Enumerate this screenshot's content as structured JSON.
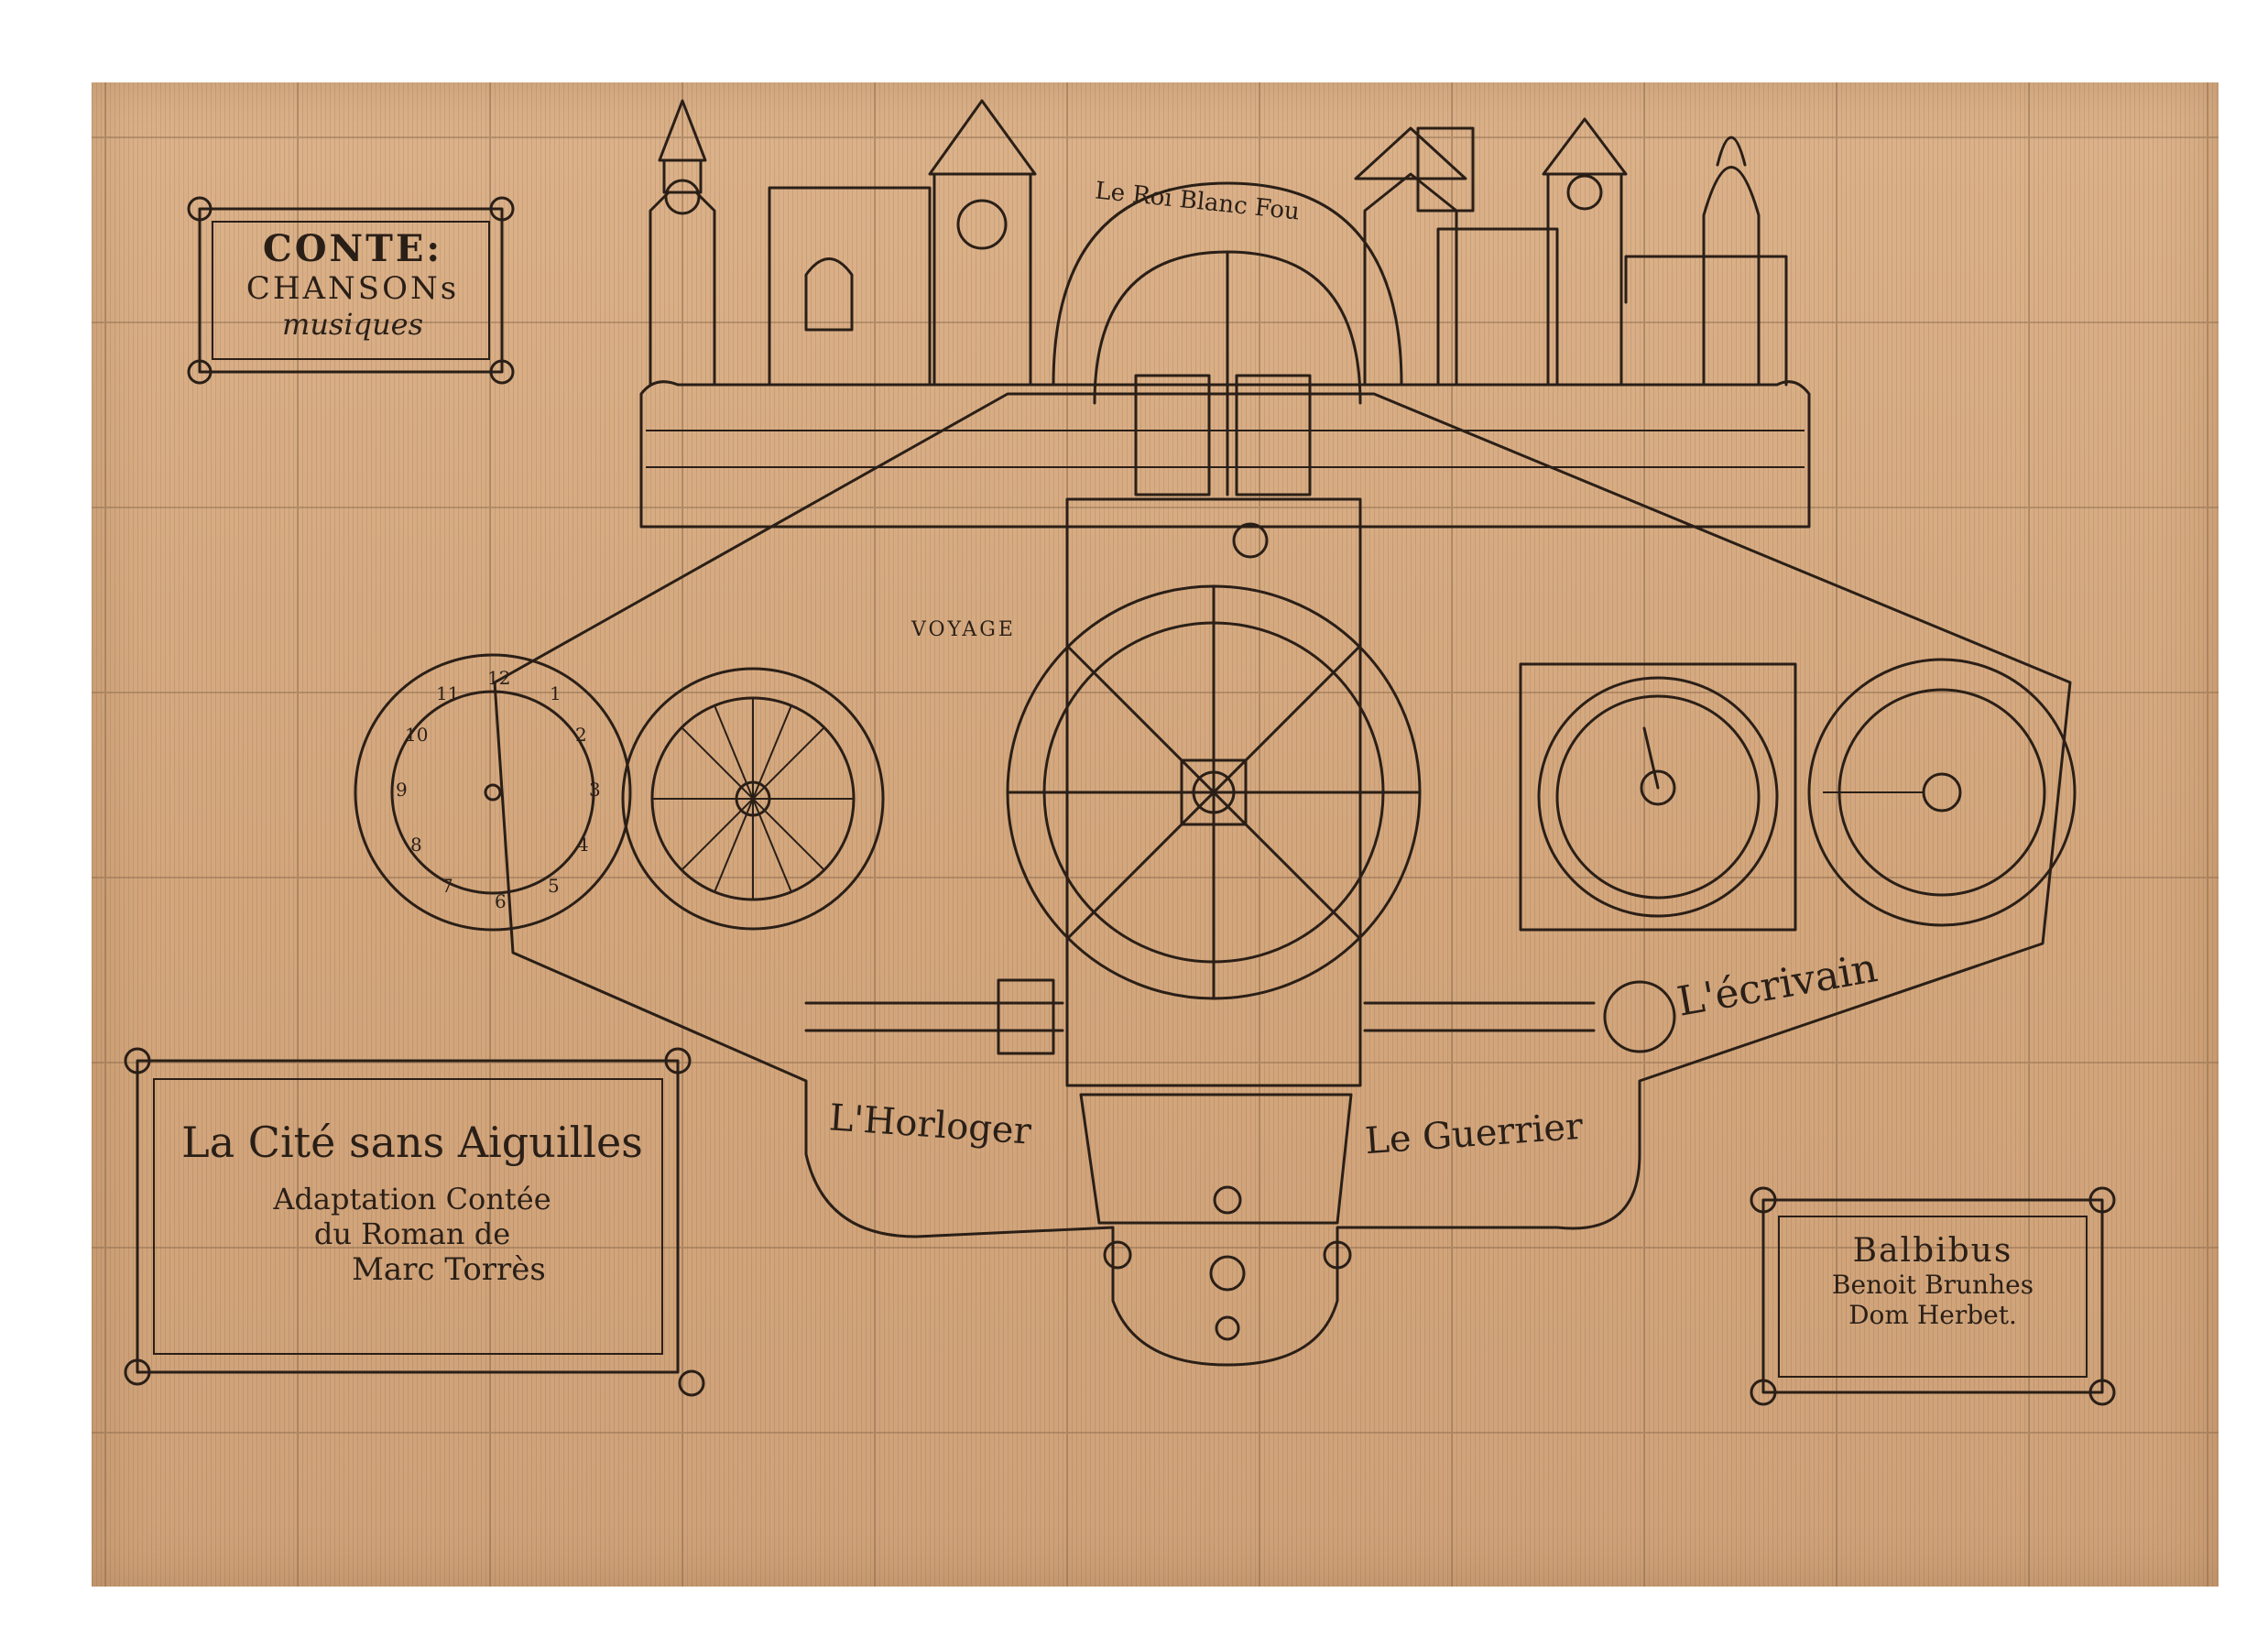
{
  "poster": {
    "top_left_panel": {
      "line1": "CONTE:",
      "line2": "CHANSONs",
      "line3": "musiques"
    },
    "title_panel": {
      "title": "La Cité sans Aiguilles",
      "line2": "Adaptation Contée",
      "line3": "du Roman de",
      "line4": "Marc Torrès"
    },
    "credits_panel": {
      "line1": "Balbibus",
      "line2": "Benoit Brunhes",
      "line3": "Dom Herbet."
    },
    "machine_labels": {
      "roi": "Le Roi Blanc Fou",
      "voyage": "VOYAGE",
      "ecrivain": "L'écrivain",
      "horloger": "L'Horloger",
      "guerrier": "Le Guerrier"
    },
    "clock_numbers": [
      "1",
      "2",
      "3",
      "4",
      "5",
      "6",
      "7",
      "8",
      "9",
      "10",
      "11",
      "12"
    ]
  },
  "colors": {
    "paper": "#d8ad84",
    "ink": "#2a1f17",
    "grid": "#8a6a4c"
  }
}
